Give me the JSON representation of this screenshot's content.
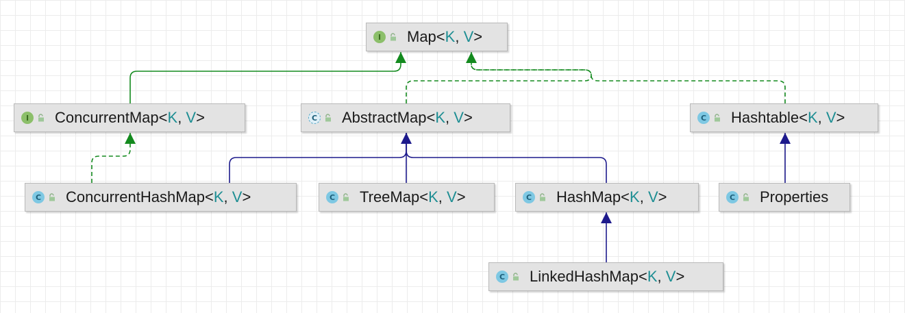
{
  "diagram": {
    "nodes": [
      {
        "id": "map",
        "kind": "interface",
        "kind_icon": "I",
        "name": "Map",
        "params": [
          "K",
          "V"
        ]
      },
      {
        "id": "concurrent-map",
        "kind": "interface",
        "kind_icon": "I",
        "name": "ConcurrentMap",
        "params": [
          "K",
          "V"
        ]
      },
      {
        "id": "abstract-map",
        "kind": "abstract",
        "kind_icon": "C",
        "name": "AbstractMap",
        "params": [
          "K",
          "V"
        ]
      },
      {
        "id": "hashtable",
        "kind": "class",
        "kind_icon": "C",
        "name": "Hashtable",
        "params": [
          "K",
          "V"
        ]
      },
      {
        "id": "concurrent-hash-map",
        "kind": "class",
        "kind_icon": "C",
        "name": "ConcurrentHashMap",
        "params": [
          "K",
          "V"
        ]
      },
      {
        "id": "tree-map",
        "kind": "class",
        "kind_icon": "C",
        "name": "TreeMap",
        "params": [
          "K",
          "V"
        ]
      },
      {
        "id": "hash-map",
        "kind": "class",
        "kind_icon": "C",
        "name": "HashMap",
        "params": [
          "K",
          "V"
        ]
      },
      {
        "id": "properties",
        "kind": "class",
        "kind_icon": "C",
        "name": "Properties",
        "params": []
      },
      {
        "id": "linked-hash-map",
        "kind": "class",
        "kind_icon": "C",
        "name": "LinkedHashMap",
        "params": [
          "K",
          "V"
        ]
      }
    ],
    "edges": [
      {
        "from": "concurrent-map",
        "to": "map",
        "type": "extends-interface"
      },
      {
        "from": "abstract-map",
        "to": "map",
        "type": "implements"
      },
      {
        "from": "hashtable",
        "to": "map",
        "type": "implements"
      },
      {
        "from": "concurrent-hash-map",
        "to": "concurrent-map",
        "type": "implements"
      },
      {
        "from": "concurrent-hash-map",
        "to": "abstract-map",
        "type": "extends"
      },
      {
        "from": "tree-map",
        "to": "abstract-map",
        "type": "extends"
      },
      {
        "from": "hash-map",
        "to": "abstract-map",
        "type": "extends"
      },
      {
        "from": "properties",
        "to": "hashtable",
        "type": "extends"
      },
      {
        "from": "linked-hash-map",
        "to": "hash-map",
        "type": "extends"
      }
    ],
    "colors": {
      "interface_edge": "#138a1e",
      "class_edge": "#1d1a8c",
      "node_fill": "#e3e3e3",
      "type_param": "#1e8e93"
    }
  }
}
